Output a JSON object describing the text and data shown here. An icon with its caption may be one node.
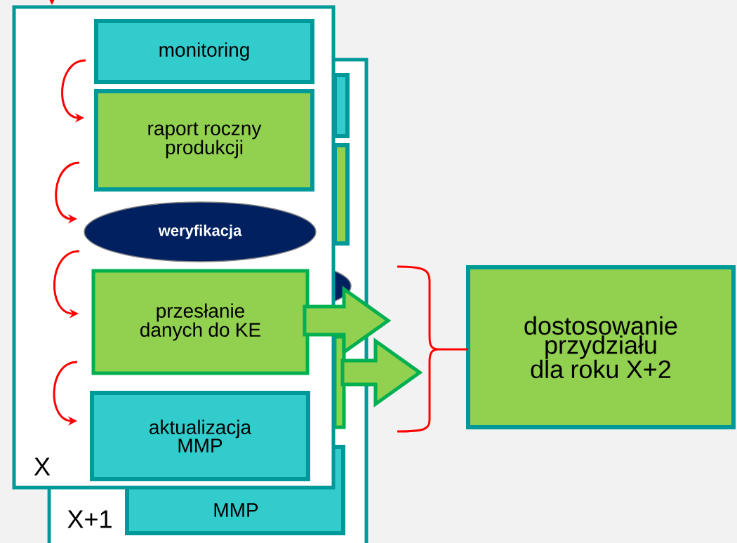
{
  "diagram": {
    "nodes": [
      {
        "text": [
          "X"
        ]
      },
      {
        "text": [
          "monitoring"
        ],
        "in": 0
      },
      {
        "text": [
          "raport roczny produkcji"
        ]
      },
      {
        "text": [
          "weryfikacja"
        ]
      },
      {
        "text": [
          "przesłanie danych do KE"
        ]
      },
      {
        "text": [
          "aktualizacja MMP"
        ]
      },
      {
        "text": [
          "X+1"
        ]
      },
      {
        "text": [],
        "shape": "box",
        "in": 6
      },
      {
        "text": [],
        "shape": "box",
        "in": 6
      },
      {
        "text": [],
        "shape": "ellipse",
        "in": 6
      },
      {
        "text": [],
        "shape": "box",
        "in": 6
      },
      {
        "text": [
          "MMP"
        ],
        "in": 6
      },
      {
        "text": [],
        "shape": "bracket"
      },
      {
        "text": [
          "dostosowanie przydziału dla roku X+2"
        ]
      }
    ],
    "edges": [
      {
        "from": null,
        "to": 0,
        "arrow": "to"
      },
      {
        "from": 1,
        "to": 2,
        "arrow": "to"
      },
      {
        "from": 2,
        "to": 3,
        "arrow": "to"
      },
      {
        "from": 3,
        "to": 4,
        "arrow": "to"
      },
      {
        "from": 4,
        "to": 5,
        "arrow": "to"
      },
      {
        "from": 4,
        "to": 12,
        "arrow": "to",
        "style": "thick",
        "color": "#00b050"
      },
      {
        "from": 10,
        "to": 12,
        "arrow": "to",
        "style": "thick",
        "color": "#00b050"
      },
      {
        "from": 12,
        "to": 13,
        "arrow": "none"
      }
    ]
  }
}
